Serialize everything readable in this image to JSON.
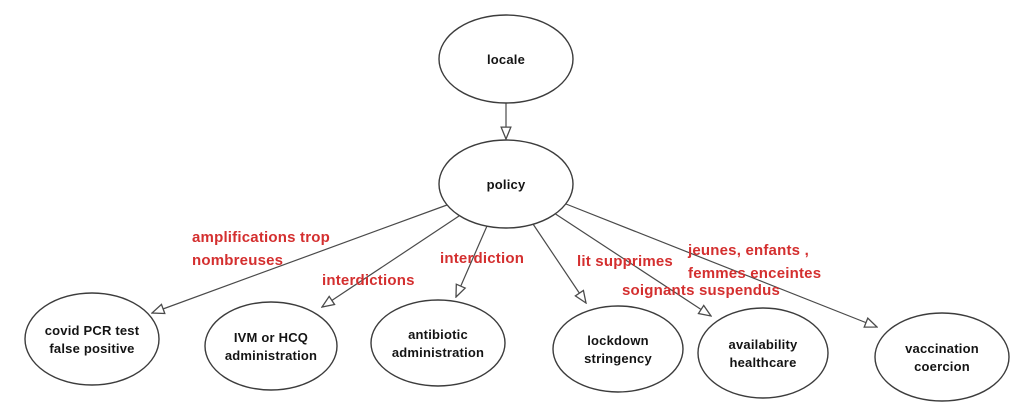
{
  "colors": {
    "background": "#ffffff",
    "node_stroke": "#3c3c3c",
    "edge": "#4a4a4a",
    "node_text": "#141414",
    "edge_label": "#d42f2f"
  },
  "nodes": {
    "locale": {
      "label": "locale"
    },
    "policy": {
      "label": "policy"
    },
    "covid_pcr": {
      "line1": "covid PCR test",
      "line2": "false positive"
    },
    "ivm_hcq": {
      "line1": "IVM or HCQ",
      "line2": "administration"
    },
    "antibiotic": {
      "line1": "antibiotic",
      "line2": "administration"
    },
    "lockdown": {
      "line1": "lockdown",
      "line2": "stringency"
    },
    "availability": {
      "line1": "availability",
      "line2": "healthcare"
    },
    "vaccination": {
      "line1": "vaccination",
      "line2": "coercion"
    }
  },
  "edge_labels": {
    "amplifications": {
      "line1": "amplifications trop",
      "line2": "nombreuses"
    },
    "interdictions": {
      "label": "interdictions"
    },
    "interdiction": {
      "label": "interdiction"
    },
    "lit_supprimes": {
      "label": "lit supprimes"
    },
    "jeunes": {
      "line1": "jeunes, enfants ,",
      "line2": "femmes enceintes"
    },
    "soignants": {
      "label": "soignants suspendus"
    }
  }
}
